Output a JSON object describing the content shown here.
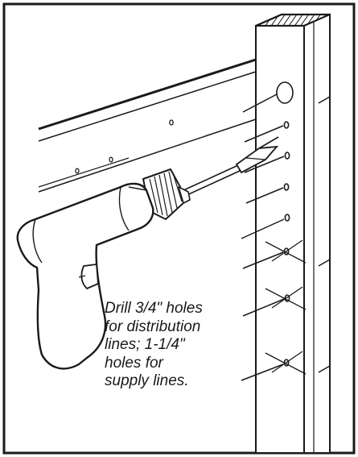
{
  "caption": {
    "lines": [
      "Drill 3/4\" holes",
      "for distribution",
      "lines; 1-1/4\"",
      "holes for",
      "supply lines."
    ]
  },
  "colors": {
    "ink": "#1a1a1a",
    "background": "#ffffff"
  },
  "icons": [
    "power-drill-icon",
    "spade-bit-icon",
    "wall-stud-icon"
  ]
}
